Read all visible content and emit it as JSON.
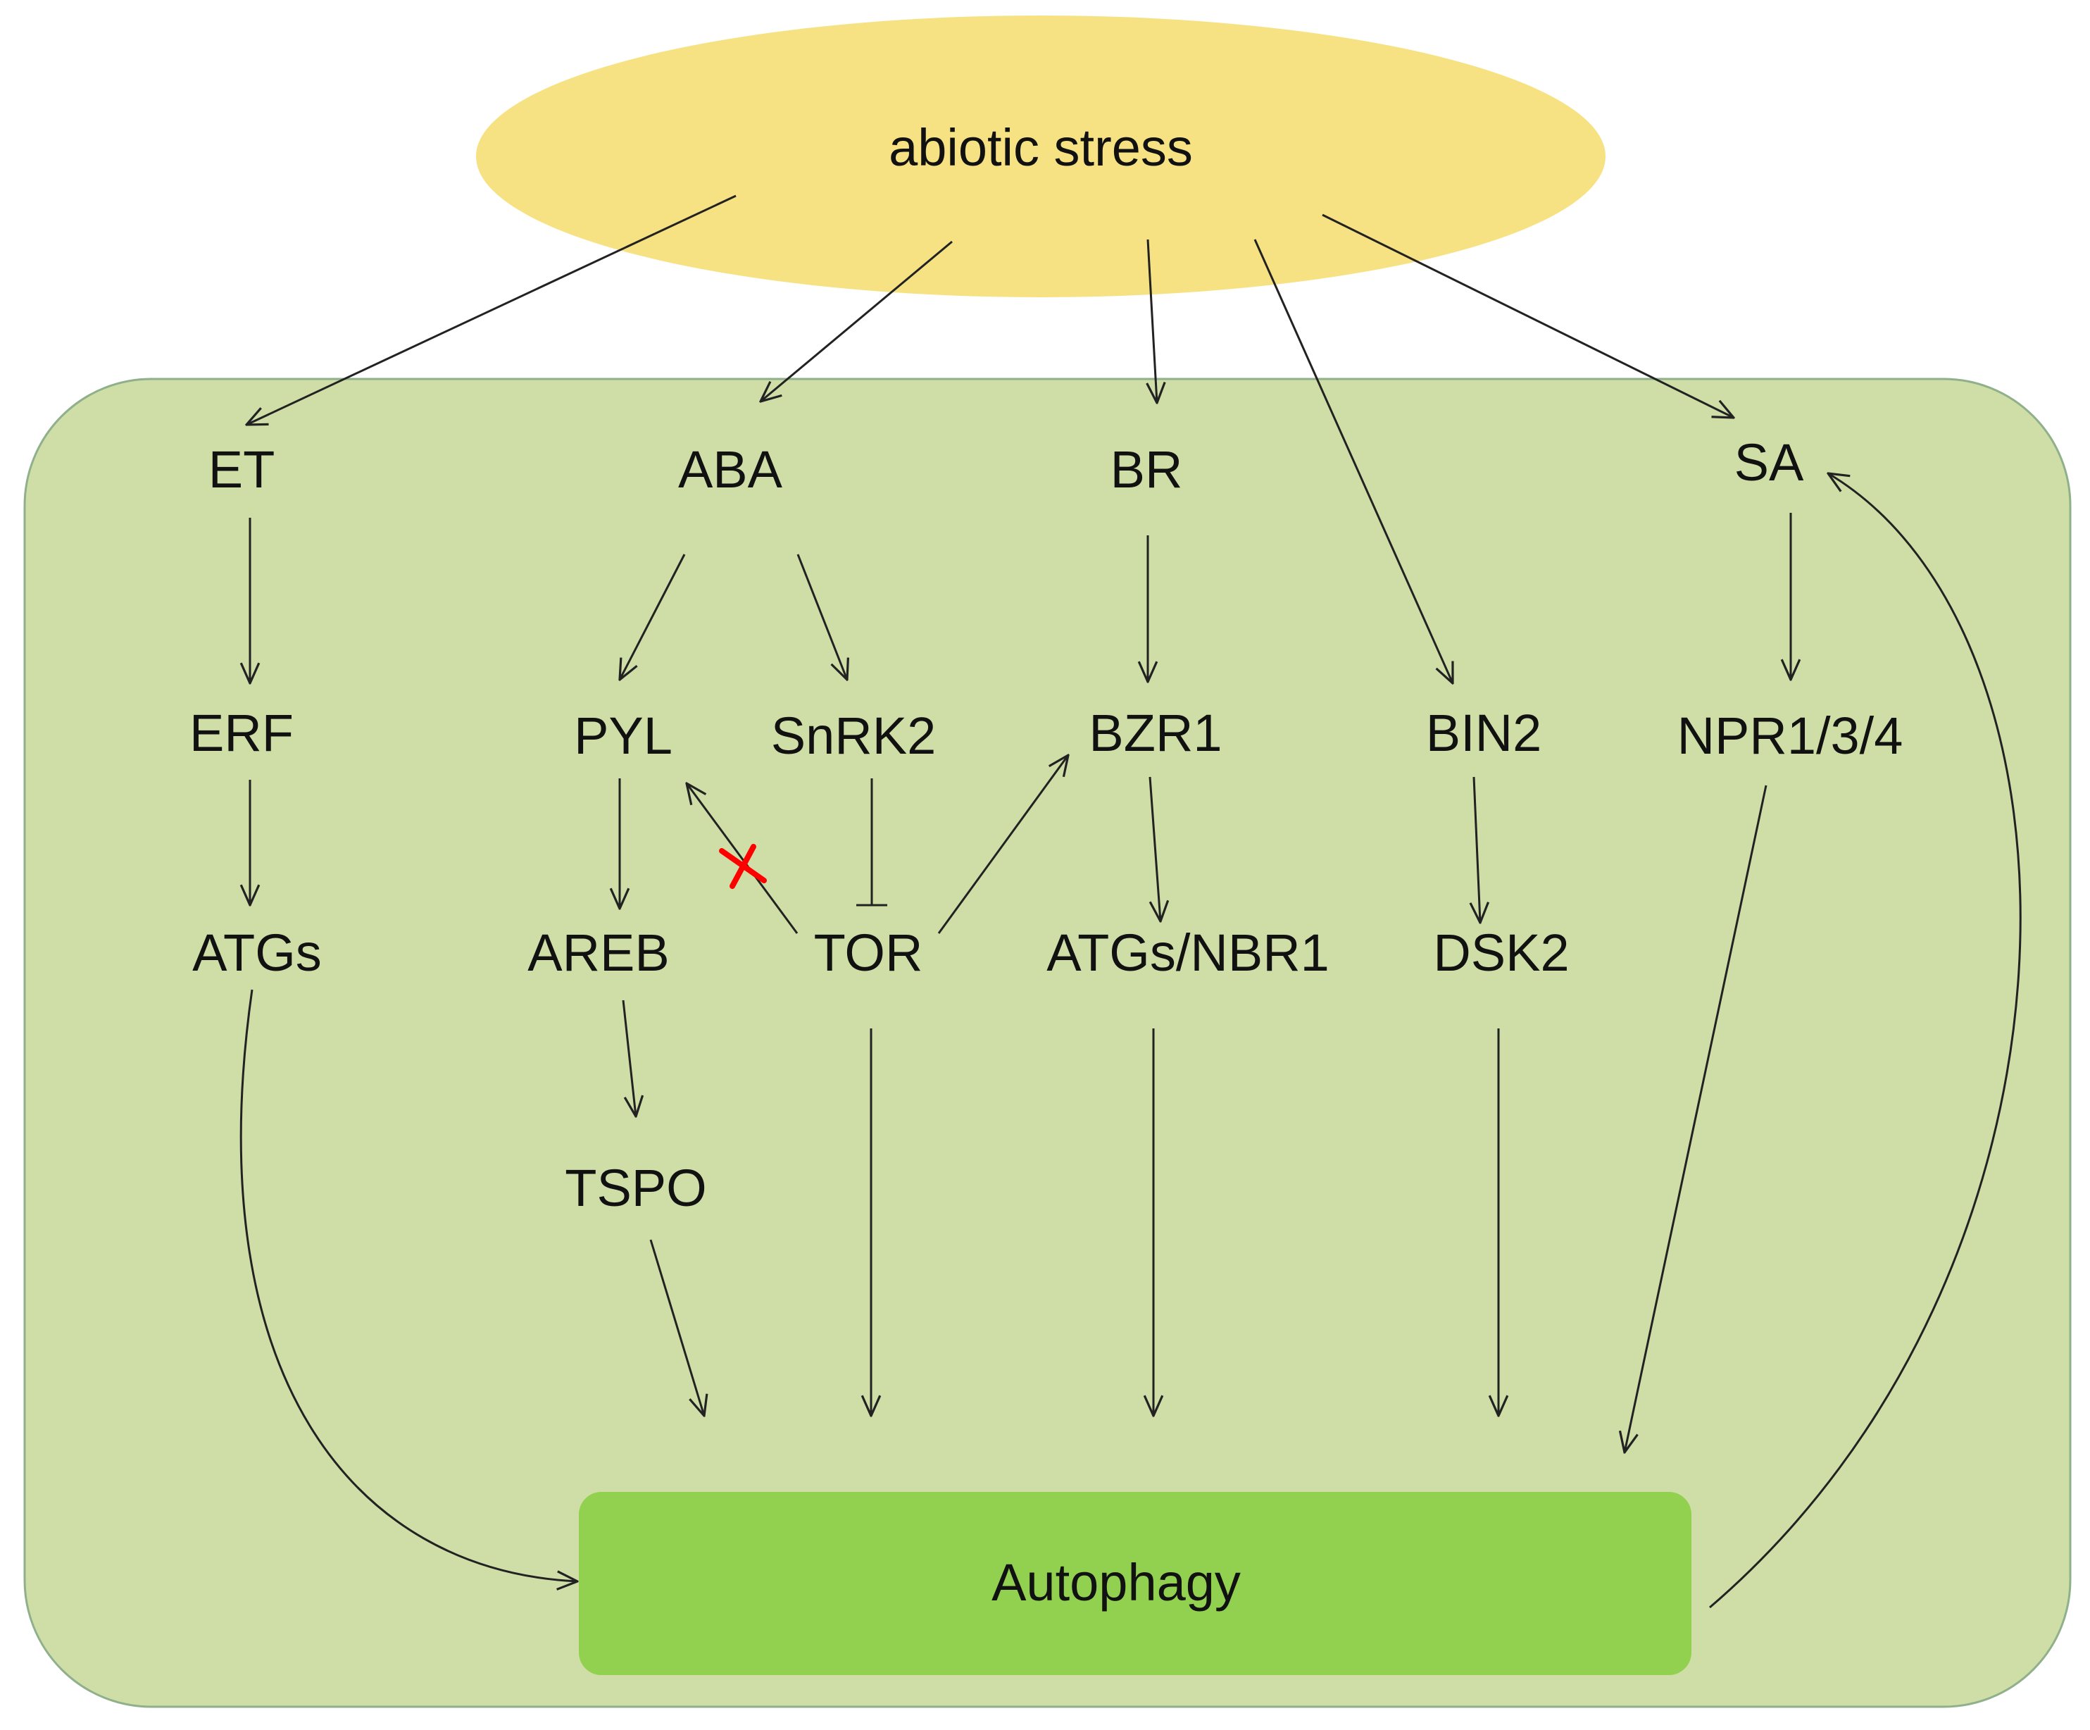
{
  "diagram": {
    "stress_label": "abiotic stress",
    "nodes": {
      "et": "ET",
      "aba": "ABA",
      "br": "BR",
      "sa": "SA",
      "erf": "ERF",
      "pyl": "PYL",
      "snrk2": "SnRK2",
      "bzr1": "BZR1",
      "bin2": "BIN2",
      "npr": "NPR1/3/4",
      "atgs": "ATGs",
      "areb": "AREB",
      "tor": "TOR",
      "atgs_nbr1": "ATGs/NBR1",
      "dsk2": "DSK2",
      "tspo": "TSPO"
    },
    "autophagy_label": "Autophagy",
    "colors": {
      "stress_fill": "#f7e283",
      "cell_fill": "#cfdea7",
      "cell_stroke": "#8fb08a",
      "autophagy_fill": "#92d050",
      "block_mark": "#ff0000"
    }
  }
}
